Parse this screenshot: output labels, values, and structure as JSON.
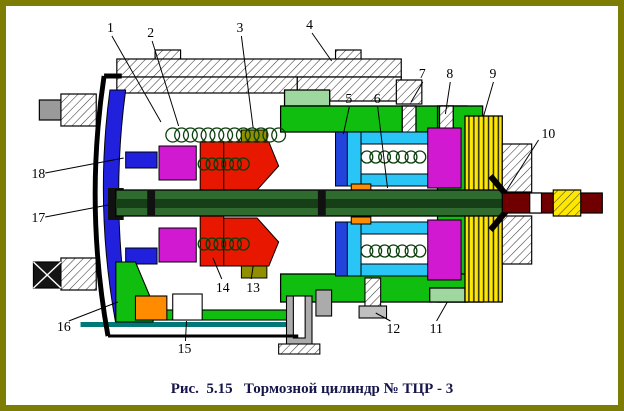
{
  "figure": {
    "caption": "Рис.  5.15   Тормозной цилиндр № ТЦР - 3"
  },
  "callouts": [
    {
      "label": "1"
    },
    {
      "label": "2"
    },
    {
      "label": "3"
    },
    {
      "label": "4"
    },
    {
      "label": "5"
    },
    {
      "label": "6"
    },
    {
      "label": "7"
    },
    {
      "label": "8"
    },
    {
      "label": "9"
    },
    {
      "label": "10"
    },
    {
      "label": "11"
    },
    {
      "label": "12"
    },
    {
      "label": "13"
    },
    {
      "label": "14"
    },
    {
      "label": "15"
    },
    {
      "label": "16"
    },
    {
      "label": "17"
    },
    {
      "label": "18"
    }
  ],
  "palette": {
    "frame_olive": "#7d7d04",
    "housing_green": "#0fbe0f",
    "housing_light_green": "#9ed89e",
    "diaphragm_blue": "#2020dd",
    "piston_red": "#e81800",
    "seal_magenta": "#d019d0",
    "bushing_cyan": "#29c5f6",
    "insert_blue": "#2244dd",
    "shaft_dark_green": "#2f6b2f",
    "shim_yellow": "#ffe800",
    "rod_dark_red": "#700000",
    "pipe_teal": "#007878",
    "lever_orange": "#ff8c00"
  }
}
